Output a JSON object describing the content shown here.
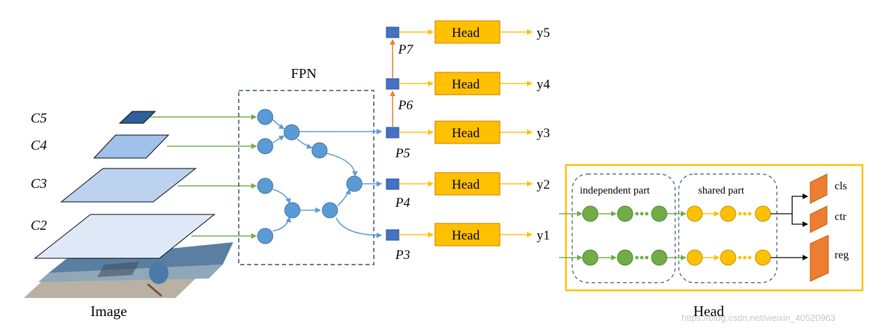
{
  "fpn": {
    "title": "FPN"
  },
  "backbone": {
    "levels": [
      "C5",
      "C4",
      "C3",
      "C2"
    ],
    "image_label": "Image"
  },
  "pyramid": {
    "levels": [
      "P7",
      "P6",
      "P5",
      "P4",
      "P3"
    ]
  },
  "heads": {
    "label": "Head",
    "outputs": [
      "y5",
      "y4",
      "y3",
      "y2",
      "y1"
    ]
  },
  "head_detail": {
    "title": "Head",
    "independent_label": "independent part",
    "shared_label": "shared part",
    "outputs": [
      "cls",
      "ctr",
      "reg"
    ]
  },
  "watermark": "https://blog.csdn.net/weixin_40520963",
  "colors": {
    "fpn_node": "#5b9bd5",
    "pyramid_square": "#4472c4",
    "head_box": "#ffc000",
    "head_border": "#e07b00",
    "green_arrow": "#70ad47",
    "yellow_arrow": "#ffc000",
    "orange_arrow": "#ed7d31",
    "output_shape": "#ed7d31",
    "dashed_border": "#2f4f6f"
  }
}
